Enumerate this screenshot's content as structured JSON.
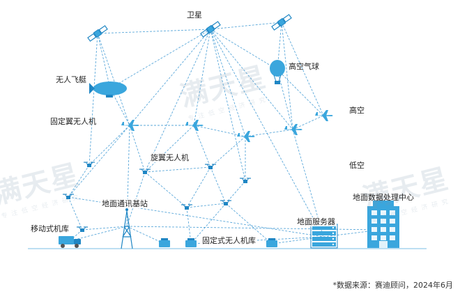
{
  "labels": {
    "satellite": "卫星",
    "airship": "无人飞艇",
    "balloon": "高空气球",
    "high_altitude": "高空",
    "fixed_wing": "固定翼无人机",
    "rotary_wing": "旋翼无人机",
    "low_altitude": "低空",
    "ground_station": "地面通讯基站",
    "data_center": "地面数据处理中心",
    "ground_server": "地面服务器",
    "mobile_hangar": "移动式机库",
    "fixed_hangar": "固定式无人机库"
  },
  "source": "*数据来源：赛迪顾问，2024年6月",
  "watermark": {
    "text": "满天星",
    "sub": "专注低空经济研究"
  },
  "colors": {
    "accent": "#3aa6dd",
    "accent_dark": "#1f86c4",
    "line": "#4a9fd6",
    "ground": "#bcdff2"
  }
}
